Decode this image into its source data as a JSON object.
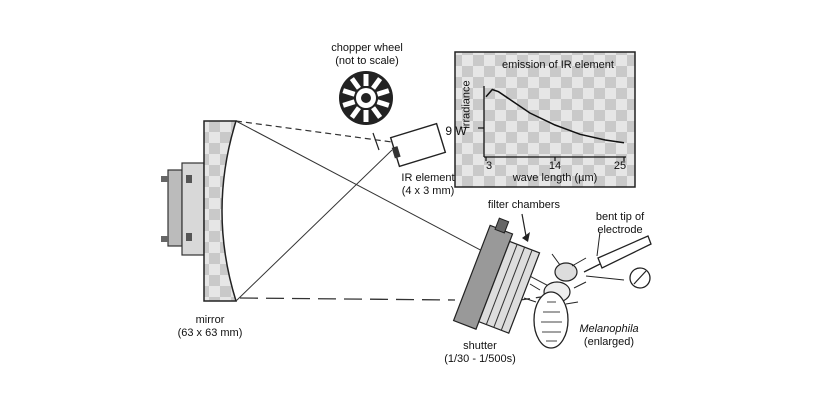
{
  "chopper": {
    "line1": "chopper wheel",
    "line2": "(not to scale)"
  },
  "ir_element": {
    "line1": "IR element",
    "line2": "(4 x 3 mm)",
    "power": "9 W"
  },
  "mirror": {
    "line1": "mirror",
    "line2": "(63 x 63 mm)"
  },
  "filter": {
    "label": "filter chambers"
  },
  "electrode": {
    "line1": "bent tip of",
    "line2": "electrode"
  },
  "shutter": {
    "line1": "shutter",
    "line2": "(1/30 - 1/500s)"
  },
  "beetle": {
    "line1": "Melanophila",
    "line2": "(enlarged)"
  },
  "inset": {
    "title": "emission of IR element",
    "ylabel": "irradiance",
    "xlabel": "wave length (µm)",
    "x_ticks": [
      "3",
      "14",
      "25"
    ]
  },
  "chart_data": {
    "type": "line",
    "title": "emission of IR element",
    "xlabel": "wave length (µm)",
    "ylabel": "irradiance",
    "x_ticks": [
      3,
      14,
      25
    ],
    "xlim": [
      3,
      25
    ],
    "series": [
      {
        "x": [
          3,
          4,
          5,
          7,
          10,
          14,
          18,
          22,
          25
        ],
        "y": [
          0.85,
          0.95,
          0.92,
          0.8,
          0.62,
          0.45,
          0.32,
          0.24,
          0.2
        ]
      }
    ],
    "grid": false
  }
}
